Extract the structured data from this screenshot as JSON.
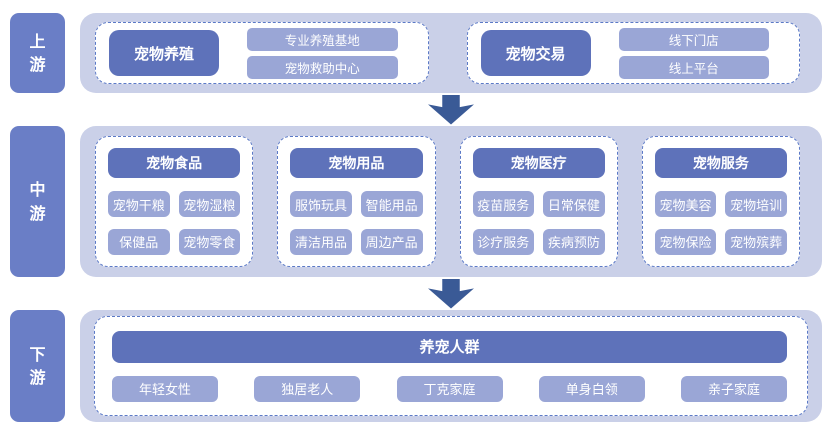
{
  "colors": {
    "container_bg": "#cad0e8",
    "stage_label_bg": "#6a7ec6",
    "header_bg": "#5e72ba",
    "chip_bg": "#9aa6d6",
    "dashed_border": "#5b79c6",
    "arrow": "#3a5a96",
    "text": "#ffffff"
  },
  "stages": {
    "upstream": {
      "label": "上游",
      "groups": [
        {
          "header": "宠物养殖",
          "items": [
            "专业养殖基地",
            "宠物救助中心"
          ]
        },
        {
          "header": "宠物交易",
          "items": [
            "线下门店",
            "线上平台"
          ]
        }
      ]
    },
    "midstream": {
      "label": "中游",
      "groups": [
        {
          "header": "宠物食品",
          "items": [
            "宠物干粮",
            "宠物湿粮",
            "保健品",
            "宠物零食"
          ]
        },
        {
          "header": "宠物用品",
          "items": [
            "服饰玩具",
            "智能用品",
            "清洁用品",
            "周边产品"
          ]
        },
        {
          "header": "宠物医疗",
          "items": [
            "疫苗服务",
            "日常保健",
            "诊疗服务",
            "疾病预防"
          ]
        },
        {
          "header": "宠物服务",
          "items": [
            "宠物美容",
            "宠物培训",
            "宠物保险",
            "宠物殡葬"
          ]
        }
      ]
    },
    "downstream": {
      "label": "下游",
      "header": "养宠人群",
      "items": [
        "年轻女性",
        "独居老人",
        "丁克家庭",
        "单身白领",
        "亲子家庭"
      ]
    }
  }
}
